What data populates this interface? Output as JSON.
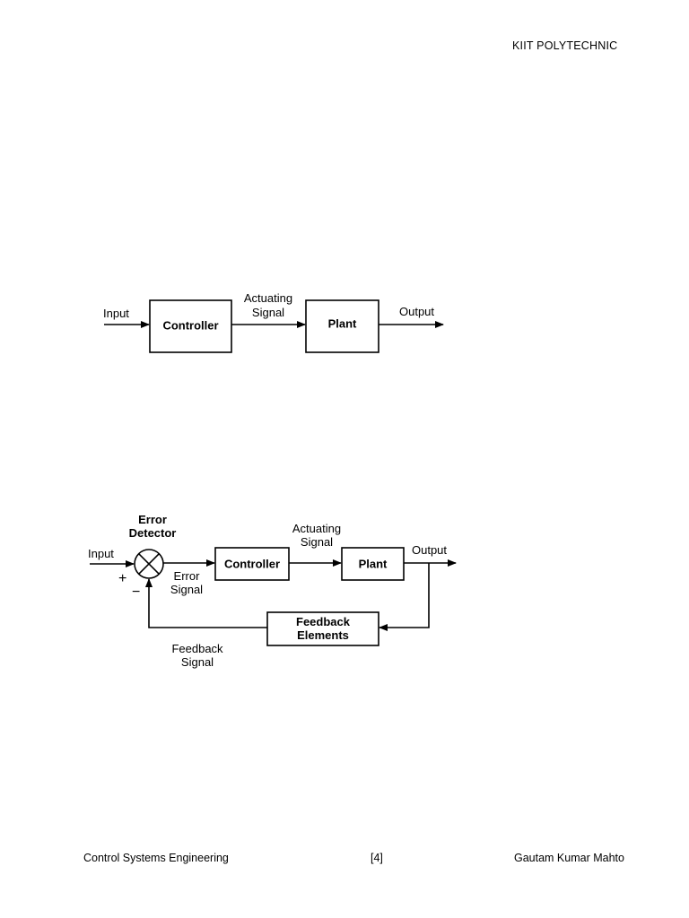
{
  "header": {
    "institution": "KIIT POLYTECHNIC"
  },
  "open_loop": {
    "input": "Input",
    "controller": "Controller",
    "actuating_1": "Actuating",
    "actuating_2": "Signal",
    "plant": "Plant",
    "output": "Output"
  },
  "closed_loop": {
    "error_detector_1": "Error",
    "error_detector_2": "Detector",
    "input": "Input",
    "plus": "+",
    "minus": "−",
    "error_signal_1": "Error",
    "error_signal_2": "Signal",
    "controller": "Controller",
    "actuating_1": "Actuating",
    "actuating_2": "Signal",
    "plant": "Plant",
    "output": "Output",
    "feedback_1": "Feedback",
    "feedback_2": "Elements",
    "feedback_signal_1": "Feedback",
    "feedback_signal_2": "Signal"
  },
  "footer": {
    "course": "Control Systems Engineering",
    "page": "[4]",
    "author": "Gautam Kumar Mahto"
  }
}
